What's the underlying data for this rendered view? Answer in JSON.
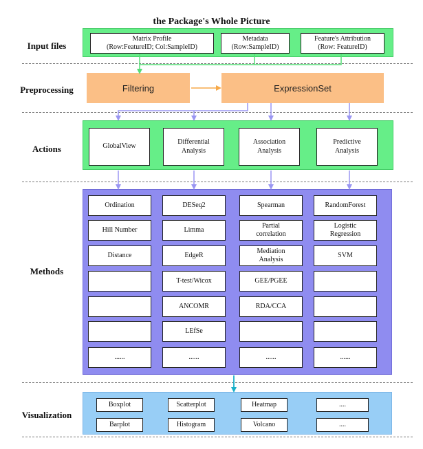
{
  "title": "the Package's Whole Picture",
  "rows": {
    "input_files": "Input files",
    "preprocessing": "Preprocessing",
    "actions": "Actions",
    "methods": "Methods",
    "visualization": "Visualization"
  },
  "input_files": [
    "Matrix Profile\n(Row:FeatureID; Col:SampleID)",
    "Metadata\n(Row:SampleID)",
    "Feature's Attribution\n(Row: FeatureID)"
  ],
  "preprocessing": {
    "filtering": "Filtering",
    "expressionset": "ExpressionSet"
  },
  "actions": [
    "GlobalView",
    "Differential\nAnalysis",
    "Association\nAnalysis",
    "Predictive\nAnalysis"
  ],
  "methods": [
    [
      "Ordination",
      "Hill Number",
      "Distance",
      "",
      "",
      "",
      "......"
    ],
    [
      "DESeq2",
      "Limma",
      "EdgeR",
      "T-test/Wicox",
      "ANCOMR",
      "LEfSe",
      "......"
    ],
    [
      "Spearman",
      "Partial\ncorrelation",
      "Mediation\nAnalysis",
      "GEE/PGEE",
      "RDA/CCA",
      "",
      "......"
    ],
    [
      "RandomForest",
      "Logistic\nRegression",
      "SVM",
      "",
      "",
      "",
      "......"
    ]
  ],
  "visualization": [
    [
      "Boxplot",
      "Scatterplot",
      "Heatmap",
      "...."
    ],
    [
      "Barplot",
      "Histogram",
      "Volcano",
      "...."
    ]
  ],
  "colors": {
    "green": "#66ee88",
    "orange": "#fbbf86",
    "purple": "#8f8cf0",
    "light_blue": "#98cef6",
    "arrow_purple": "#8f8cf0",
    "arrow_orange": "#f7a948",
    "arrow_green": "#55dd77",
    "arrow_teal": "#1ab0c8"
  }
}
